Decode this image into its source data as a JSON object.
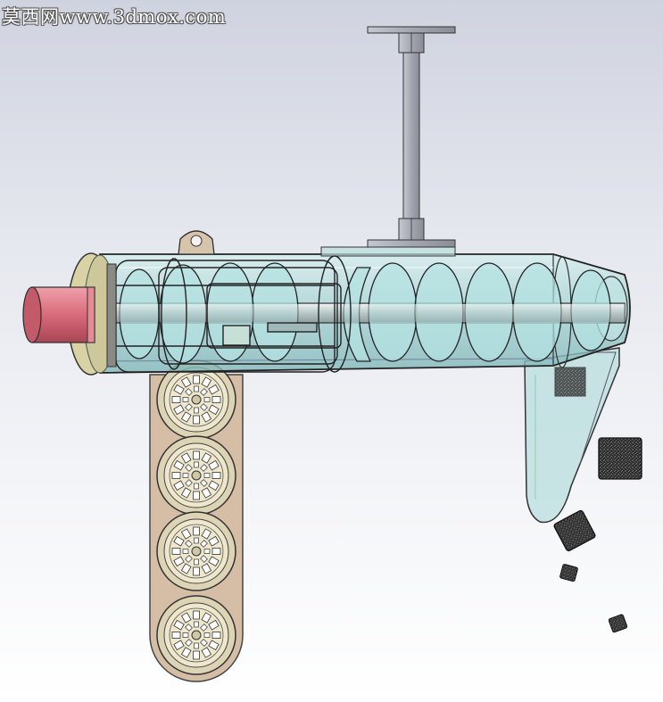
{
  "watermark": {
    "text": "莫西网www.3dmox.com"
  },
  "colors": {
    "motor": "#d96b7b",
    "flange": "#d8d2a4",
    "chain_link": "#d6bea6",
    "tube_glass": "#a9d9d9",
    "screw_blade": "#b4e2e2",
    "steel": "#a6a9b4",
    "cube": "#333333"
  },
  "components": [
    "drive-motor",
    "motor-flange",
    "screw-conveyor-tube",
    "screw-flight",
    "hanger-bracket",
    "lifting-lug",
    "bucket-chain",
    "discharge-chute",
    "product-cube"
  ]
}
